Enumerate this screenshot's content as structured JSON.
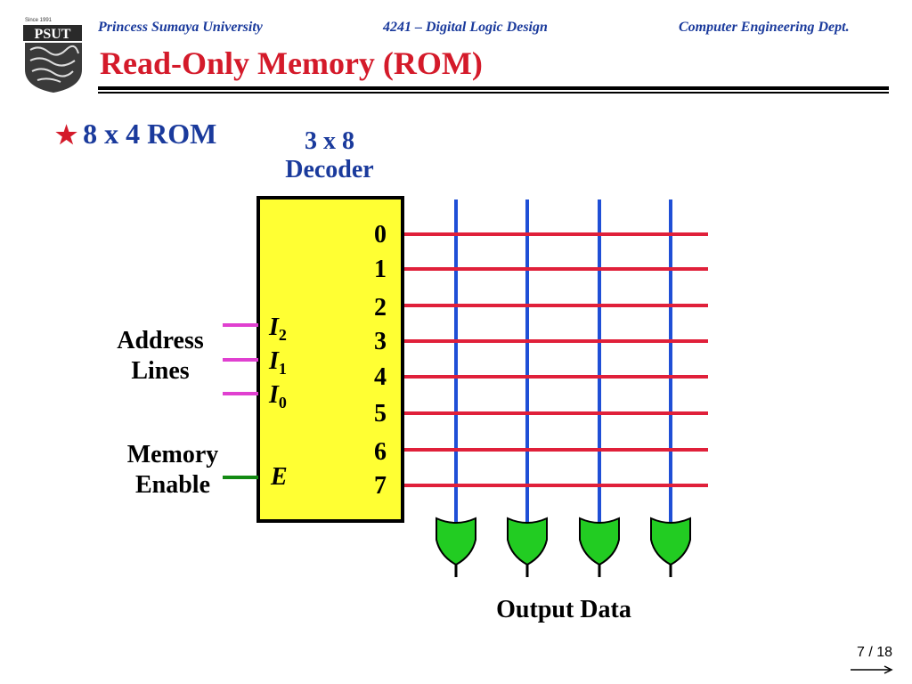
{
  "header": {
    "seal_text": "Since 1991",
    "logo_text": "PSUT",
    "university": "Princess Sumaya University",
    "course": "4241 – Digital Logic Design",
    "department": "Computer Engineering Dept."
  },
  "slide": {
    "title": "Read-Only Memory (ROM)",
    "bullet": "8 x 4 ROM",
    "decoder_title_line1": "3 x 8",
    "decoder_title_line2": "Decoder",
    "outputs": [
      "0",
      "1",
      "2",
      "3",
      "4",
      "5",
      "6",
      "7"
    ],
    "inputs": [
      {
        "letter": "I",
        "sub": "2"
      },
      {
        "letter": "I",
        "sub": "1"
      },
      {
        "letter": "I",
        "sub": "0"
      }
    ],
    "enable_letter": "E",
    "address_label_line1": "Address",
    "address_label_line2": "Lines",
    "memory_label_line1": "Memory",
    "memory_label_line2": "Enable",
    "output_label": "Output Data"
  },
  "footer": {
    "page": "7 / 18"
  },
  "colors": {
    "header_blue": "#1a3a9c",
    "title_red": "#d41a2a",
    "decoder_fill": "#ffff33",
    "word_line": "#e0203a",
    "bit_line": "#1f4fd6",
    "or_gate": "#22cc22",
    "address_line": "#e040d0",
    "enable_line": "#138a13"
  }
}
